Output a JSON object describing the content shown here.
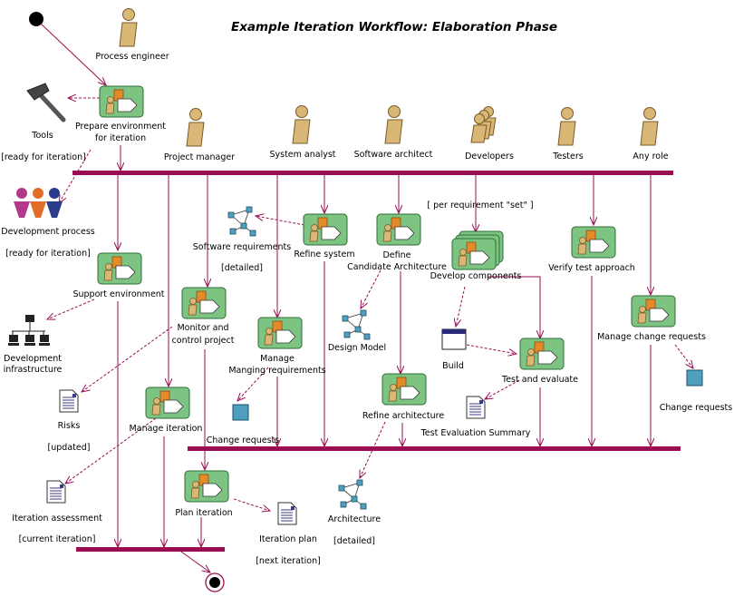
{
  "title": "Example Iteration Workflow: Elaboration Phase",
  "colors": {
    "flow": "#9a0d52",
    "bar": "#9a0d52",
    "activity_fill": "#7dc483",
    "activity_stroke": "#2f6b37",
    "actor_fill": "#d9b777",
    "actor_stroke": "#7a5a26",
    "square_fill": "#4f9fbf"
  },
  "roles": {
    "process_engineer": "Process engineer",
    "project_manager": "Project manager",
    "system_analyst": "System analyst",
    "software_architect": "Software architect",
    "developers": "Developers",
    "testers": "Testers",
    "any_role": "Any role"
  },
  "activities": {
    "prepare_environment": [
      "Prepare environment",
      "for iteration"
    ],
    "support_environment": [
      "Support environment"
    ],
    "monitor_control": [
      "Monitor and",
      "control project"
    ],
    "managing_requirements": [
      "Manage",
      "Manging requirements"
    ],
    "manage_iteration": [
      "Manage iteration"
    ],
    "plan_iteration": [
      "Plan iteration"
    ],
    "refine_system": [
      "Refine system"
    ],
    "define_architecture": [
      "Define",
      "Candidate Architecture"
    ],
    "refine_architecture": [
      "Refine architecture"
    ],
    "develop_components": [
      "Develop components"
    ],
    "test_evaluate": [
      "Test and evaluate"
    ],
    "verify_test": [
      "Verify test approach"
    ],
    "manage_change": [
      "Manage change requests"
    ]
  },
  "artifacts": {
    "tools": [
      "Tools"
    ],
    "development_process": [
      "Development process"
    ],
    "development_infrastructure": [
      "Development",
      "infrastructure"
    ],
    "software_requirements": [
      "Software requirements"
    ],
    "risks": [
      "Risks"
    ],
    "iteration_assessment": [
      "Iteration assessment"
    ],
    "iteration_plan": [
      "Iteration plan"
    ],
    "change_requests_left": [
      "Change requests"
    ],
    "change_requests_right": [
      "Change requests"
    ],
    "design_model": [
      "Design Model"
    ],
    "architecture": [
      "Architecture"
    ],
    "build": [
      "Build"
    ],
    "test_eval_summary": [
      "Test Evaluation Summary"
    ]
  },
  "states": {
    "ready_iteration_1": "[ready for iteration]",
    "ready_iteration_2": "[ready for iteration]",
    "per_requirement": "[ per requirement \"set\" ]",
    "detailed_1": "[detailed]",
    "updated": "[updated]",
    "current_iteration": "[current iteration]",
    "next_iteration": "[next iteration]",
    "detailed_2": "[detailed]"
  }
}
